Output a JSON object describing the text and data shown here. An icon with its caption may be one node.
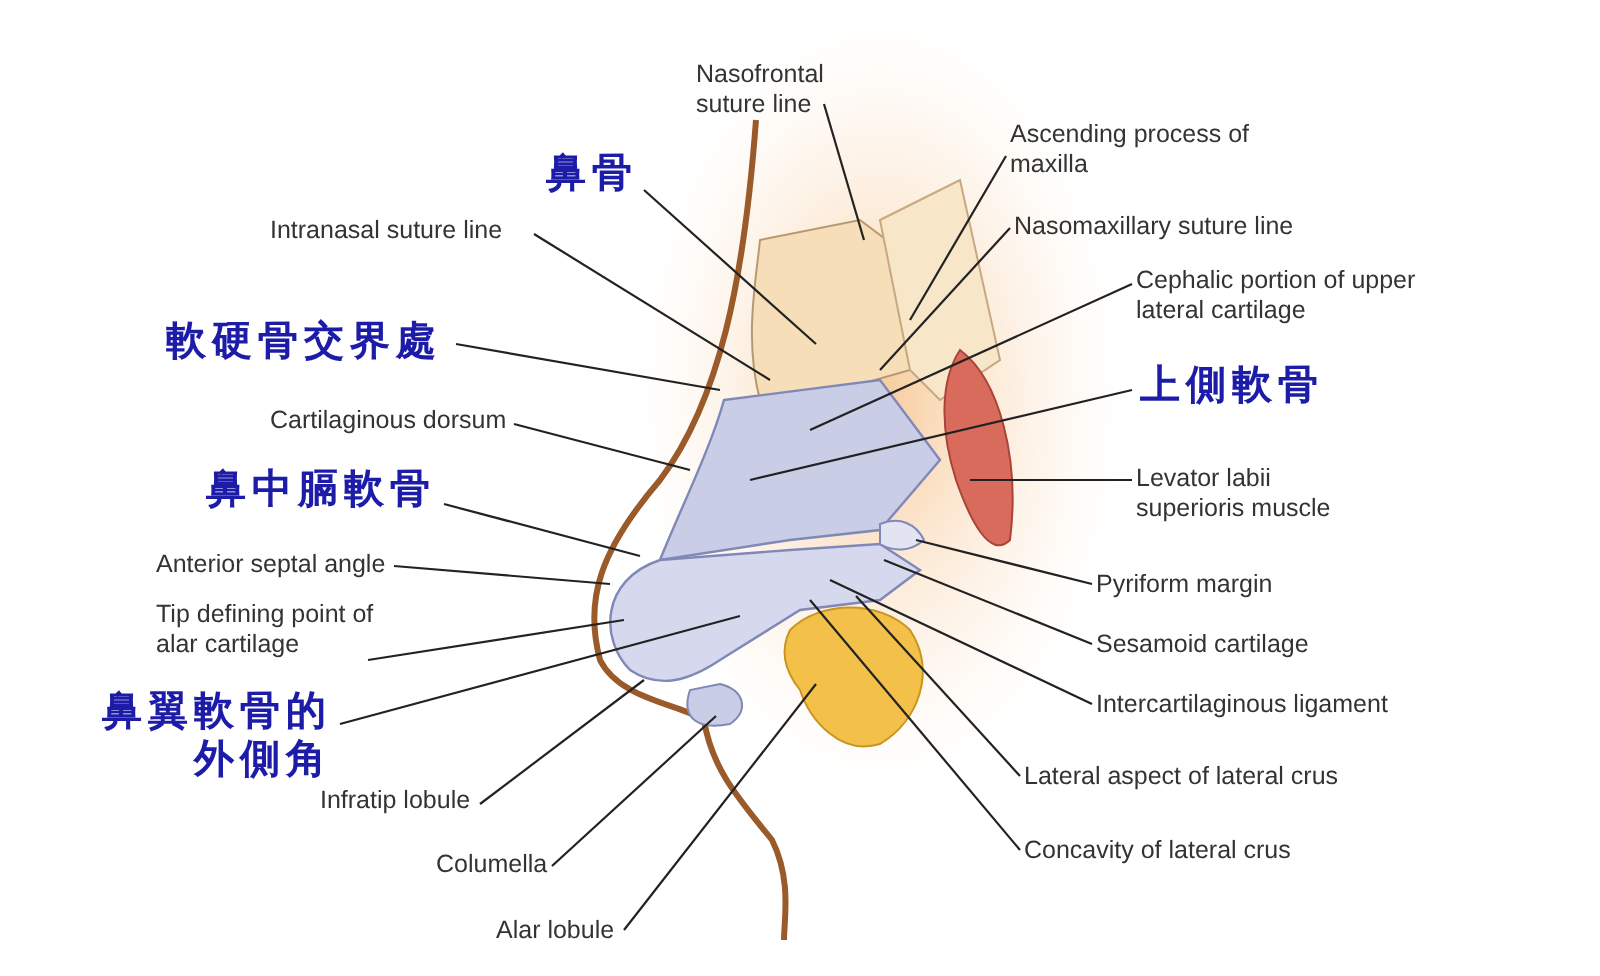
{
  "diagram": {
    "nodes": [
      {
        "text": [
          "Nasofrontal suture line"
        ]
      },
      {
        "text": [
          "鼻骨"
        ]
      },
      {
        "text": [
          "Ascending process of maxilla"
        ]
      },
      {
        "text": [
          "Intranasal suture line"
        ]
      },
      {
        "text": [
          "Nasomaxillary suture line"
        ]
      },
      {
        "text": [
          "Cephalic portion of upper lateral cartilage"
        ]
      },
      {
        "text": [
          "軟硬骨交界處"
        ]
      },
      {
        "text": [
          "上側軟骨"
        ]
      },
      {
        "text": [
          "Cartilaginous dorsum"
        ]
      },
      {
        "text": [
          "鼻中膈軟骨"
        ]
      },
      {
        "text": [
          "Levator labii superioris muscle"
        ]
      },
      {
        "text": [
          "Anterior septal angle"
        ]
      },
      {
        "text": [
          "Pyriform margin"
        ]
      },
      {
        "text": [
          "Tip defining point of alar cartilage"
        ]
      },
      {
        "text": [
          "Sesamoid cartilage"
        ]
      },
      {
        "text": [
          "鼻翼軟骨的外側角"
        ]
      },
      {
        "text": [
          "Intercartilaginous ligament"
        ]
      },
      {
        "text": [
          "Infratip lobule"
        ]
      },
      {
        "text": [
          "Lateral aspect of lateral crus"
        ]
      },
      {
        "text": [
          "Columella"
        ]
      },
      {
        "text": [
          "Concavity of lateral crus"
        ]
      },
      {
        "text": [
          "Alar lobule"
        ]
      }
    ],
    "edges": [
      {
        "from": 0,
        "to": null,
        "arrow": "none"
      },
      {
        "from": 1,
        "to": null,
        "arrow": "none"
      },
      {
        "from": 2,
        "to": null,
        "arrow": "none"
      },
      {
        "from": 3,
        "to": null,
        "arrow": "none"
      },
      {
        "from": 4,
        "to": null,
        "arrow": "none"
      },
      {
        "from": 5,
        "to": null,
        "arrow": "none"
      },
      {
        "from": 6,
        "to": null,
        "arrow": "none"
      },
      {
        "from": 7,
        "to": null,
        "arrow": "none"
      },
      {
        "from": 8,
        "to": null,
        "arrow": "none"
      },
      {
        "from": 9,
        "to": null,
        "arrow": "none"
      },
      {
        "from": 10,
        "to": null,
        "arrow": "none"
      },
      {
        "from": 11,
        "to": null,
        "arrow": "none"
      },
      {
        "from": 12,
        "to": null,
        "arrow": "none"
      },
      {
        "from": 13,
        "to": null,
        "arrow": "none"
      },
      {
        "from": 14,
        "to": null,
        "arrow": "none"
      },
      {
        "from": 15,
        "to": null,
        "arrow": "none"
      },
      {
        "from": 16,
        "to": null,
        "arrow": "none"
      },
      {
        "from": 17,
        "to": null,
        "arrow": "none"
      },
      {
        "from": 18,
        "to": null,
        "arrow": "none"
      },
      {
        "from": 19,
        "to": null,
        "arrow": "none"
      },
      {
        "from": 20,
        "to": null,
        "arrow": "none"
      },
      {
        "from": 21,
        "to": null,
        "arrow": "none"
      }
    ]
  }
}
